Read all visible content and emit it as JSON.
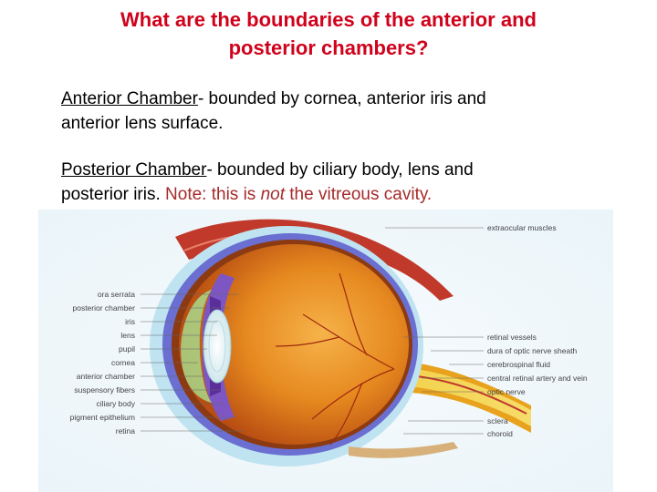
{
  "title": {
    "line1": "What are the boundaries of the anterior and",
    "line2": "posterior chambers?"
  },
  "anterior": {
    "term": "Anterior Chamber",
    "text1": "- bounded by cornea, anterior iris and",
    "text2": "anterior lens surface."
  },
  "posterior": {
    "term": "Posterior Chamber",
    "text1": "- bounded by ciliary body, lens and",
    "text2_a": "posterior iris. ",
    "note_a": "Note: this is ",
    "note_em": "not",
    "note_b": " the vitreous cavity."
  },
  "diagram": {
    "left_labels": [
      "ora serrata",
      "posterior chamber",
      "iris",
      "lens",
      "pupil",
      "cornea",
      "anterior chamber",
      "suspensory fibers",
      "ciliary body",
      "pigment epithelium",
      "retina"
    ],
    "right_labels": [
      "extraocular muscles",
      "retinal vessels",
      "dura of optic nerve sheath",
      "cerebrospinal fluid",
      "central retinal artery and vein",
      "optic nerve",
      "sclera",
      "choroid"
    ]
  }
}
